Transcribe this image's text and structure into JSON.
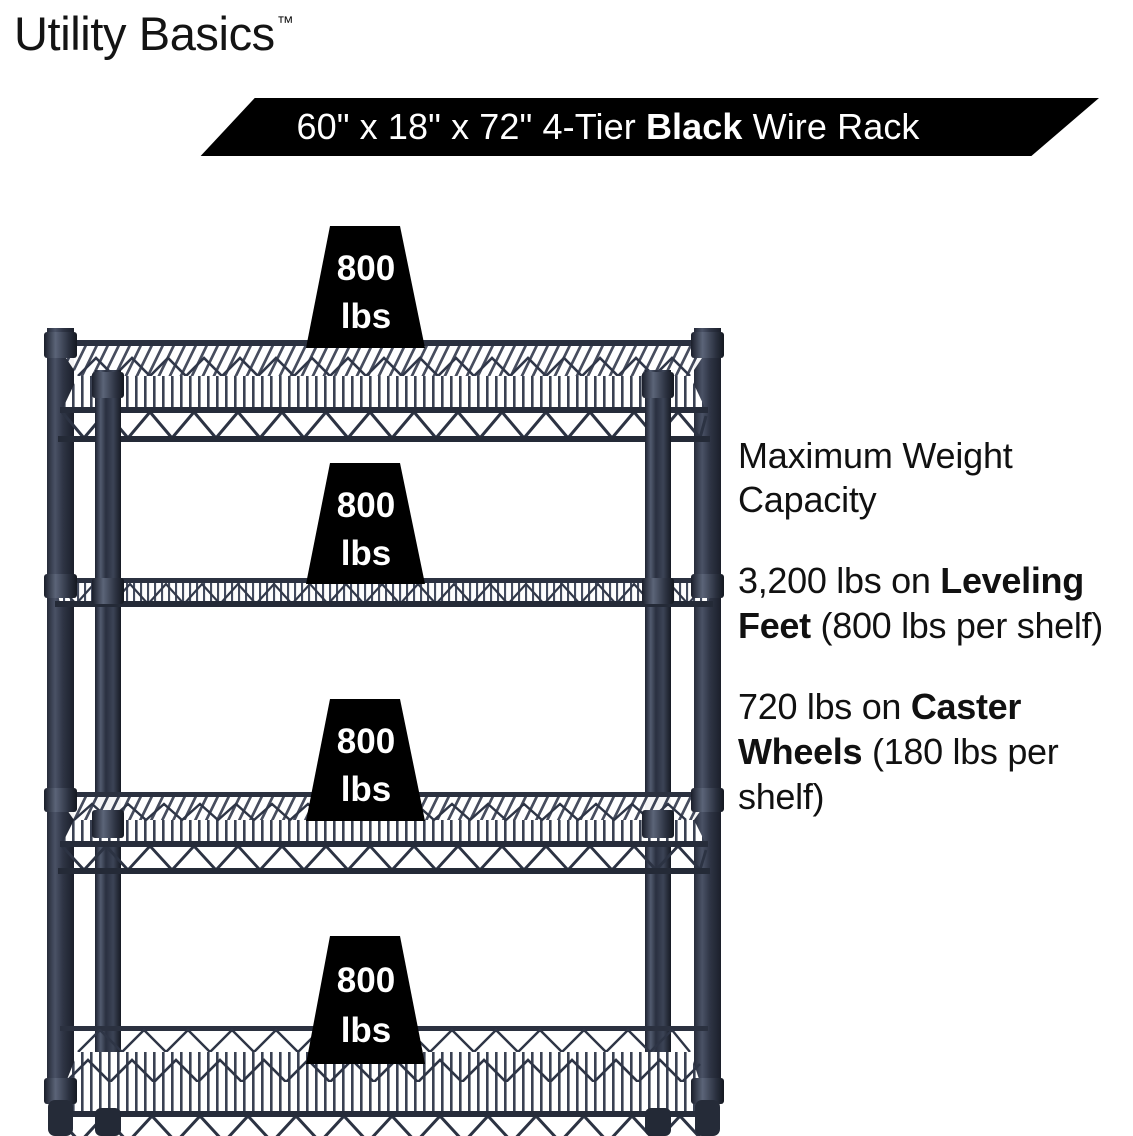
{
  "brand": {
    "name": "Utility Basics",
    "trademark": "™"
  },
  "banner": {
    "dimensions": "60\" x 18\" x 72\"",
    "tiers": "4-Tier",
    "color_word": "Black",
    "product": "Wire Rack",
    "full_text_plain": "60\" x 18\" x 72\" 4-Tier Black Wire Rack",
    "background_color": "#000000",
    "text_color": "#ffffff"
  },
  "copy": {
    "heading": "Maximum Weight Capacity",
    "paragraphs": [
      {
        "lead": "3,200 lbs on ",
        "emphasis": "Leveling Feet",
        "tail": " (800 lbs per shelf)",
        "total_lbs": 3200,
        "per_shelf_lbs": 800,
        "support_type": "Leveling Feet"
      },
      {
        "lead": "720 lbs on ",
        "emphasis": "Caster Wheels",
        "tail": " (180 lbs per shelf)",
        "total_lbs": 720,
        "per_shelf_lbs": 180,
        "support_type": "Caster Wheels"
      }
    ]
  },
  "rack": {
    "tier_count": 4,
    "badge_value": "800",
    "badge_unit": "lbs",
    "badge_fill": "#000000",
    "badge_text_color": "#ffffff",
    "frame_color": "#2b3040",
    "wire_color": "#333a4a",
    "badges": [
      {
        "label_value": "800",
        "label_unit": "lbs",
        "tier": 1
      },
      {
        "label_value": "800",
        "label_unit": "lbs",
        "tier": 2
      },
      {
        "label_value": "800",
        "label_unit": "lbs",
        "tier": 3
      },
      {
        "label_value": "800",
        "label_unit": "lbs",
        "tier": 4
      }
    ]
  }
}
